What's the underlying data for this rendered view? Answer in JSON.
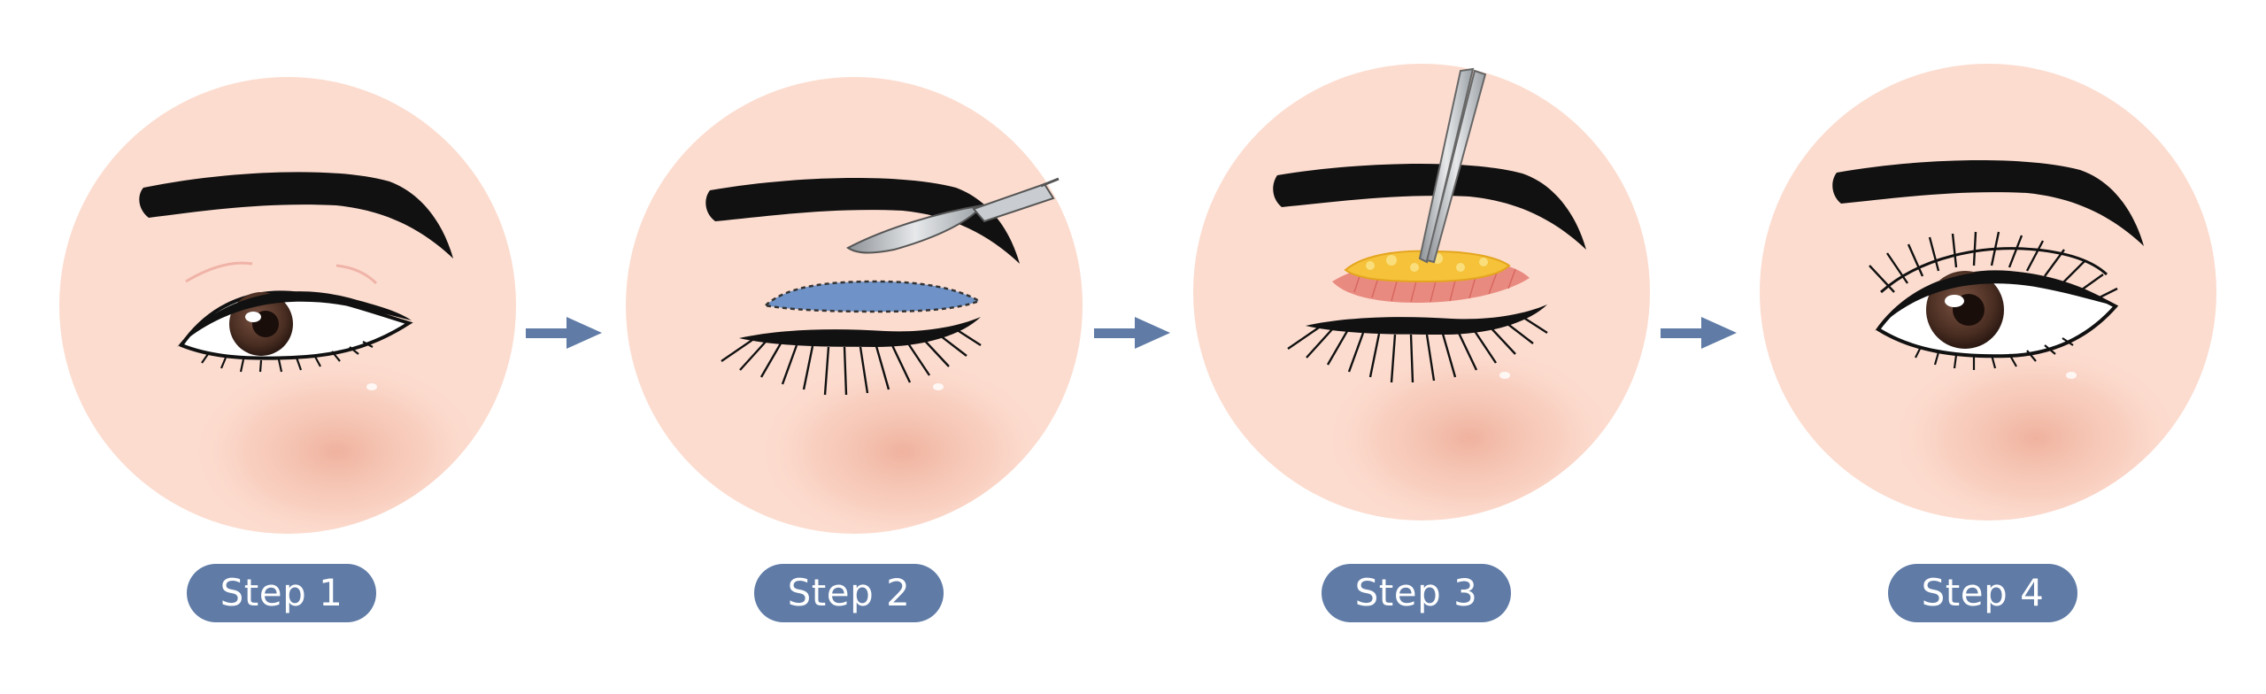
{
  "steps": [
    {
      "label": "Step 1",
      "illustration": "natural-eye-open"
    },
    {
      "label": "Step 2",
      "illustration": "incision-marking-scalpel"
    },
    {
      "label": "Step 3",
      "illustration": "fat-removal-forceps"
    },
    {
      "label": "Step 4",
      "illustration": "double-eyelid-result"
    }
  ],
  "colors": {
    "skin": "#fcdccf",
    "cheek": "#f0b3a0",
    "label_bg": "#5f7ba6",
    "arrow": "#5f7ba6",
    "brow": "#111111",
    "iris": "#5a3a2c",
    "marking": "#6f93c8",
    "fat": "#f5c23a",
    "tissue": "#e98a80",
    "steel": "#bfc3c7"
  }
}
